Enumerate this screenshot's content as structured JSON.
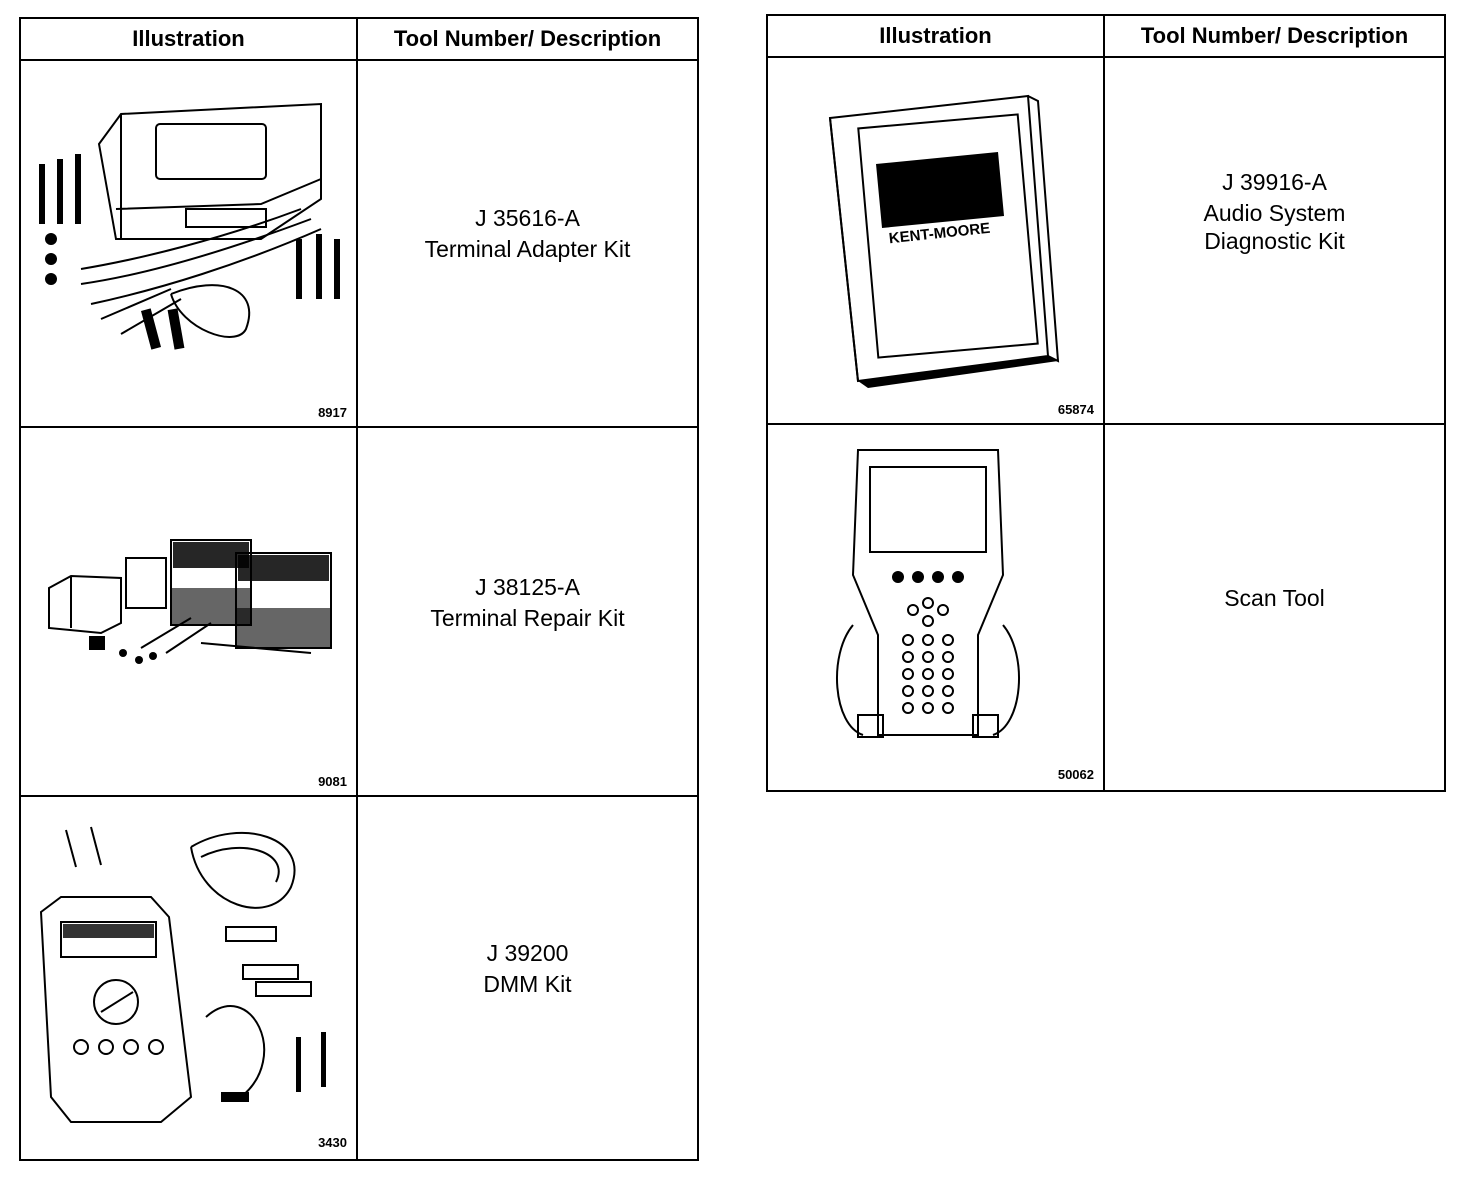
{
  "left_table": {
    "headers": {
      "illustration": "Illustration",
      "tool": "Tool Number/ Description"
    },
    "rows": [
      {
        "figure": "8917",
        "tool_number": "J 35616-A",
        "description": [
          "Terminal Adapter Kit"
        ],
        "icon": "terminal-adapter-kit-illustration"
      },
      {
        "figure": "9081",
        "tool_number": "J 38125-A",
        "description": [
          "Terminal Repair Kit"
        ],
        "icon": "terminal-repair-kit-illustration"
      },
      {
        "figure": "3430",
        "tool_number": "J 39200",
        "description": [
          "DMM Kit"
        ],
        "icon": "dmm-kit-illustration"
      }
    ]
  },
  "right_table": {
    "headers": {
      "illustration": "Illustration",
      "tool": "Tool Number/ Description"
    },
    "rows": [
      {
        "figure": "65874",
        "tool_number": "J 39916-A",
        "description": [
          "Audio System",
          "Diagnostic Kit"
        ],
        "icon": "audio-diagnostic-kit-manual-illustration",
        "manual_brand": "KENT-MOORE"
      },
      {
        "figure": "50062",
        "tool_number": "",
        "description": [
          "Scan Tool"
        ],
        "icon": "scan-tool-illustration"
      }
    ]
  }
}
